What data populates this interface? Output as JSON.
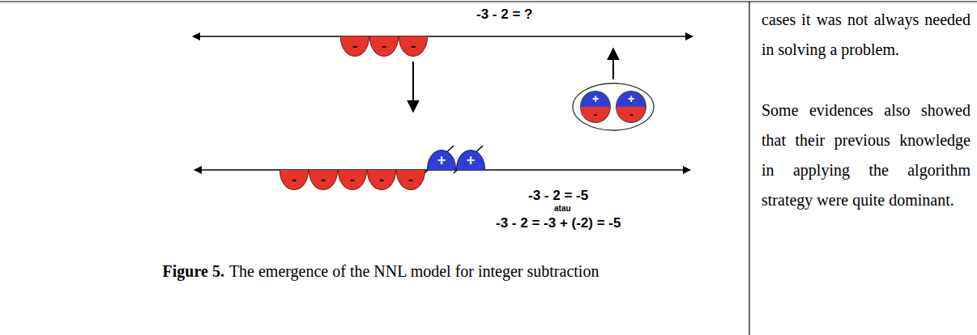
{
  "diagram": {
    "caption": "The emergence of the NNL model for integer subtraction",
    "nodes": [
      {
        "text": [
          "-"
        ]
      },
      {
        "text": [
          "-"
        ]
      },
      {
        "text": [
          "-"
        ]
      },
      {
        "text": [
          "+",
          "-"
        ]
      },
      {
        "text": [
          "+",
          "-"
        ]
      },
      {
        "text": [
          "-"
        ]
      },
      {
        "text": [
          "-"
        ]
      },
      {
        "text": [
          "-"
        ]
      },
      {
        "text": [
          "-"
        ]
      },
      {
        "text": [
          "-"
        ]
      },
      {
        "text": [
          "+"
        ]
      },
      {
        "text": [
          "+"
        ]
      }
    ],
    "labels": [
      "-3 - 2 = ?",
      "-3 - 2 = -5",
      "atau",
      "-3 - 2 = -3 + (-2) = -5",
      "Figure 5.",
      "cases it was not always needed in solving a problem.",
      "Some evidences also showed that their previous knowledge in applying the algorithm strategy were quite dominant."
    ]
  }
}
